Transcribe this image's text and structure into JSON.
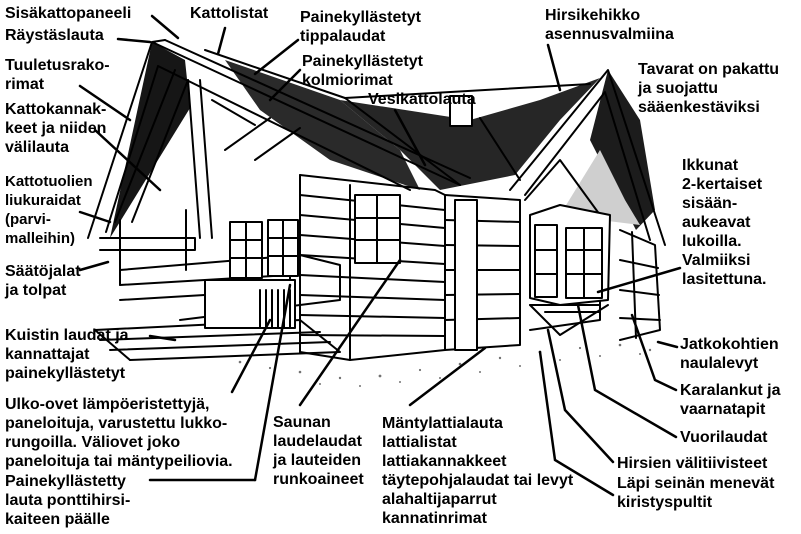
{
  "labels": {
    "sisakattopaneeli": "Sisäkattopaneeli",
    "raystaslauta": "Räystäslauta",
    "kattolistat": "Kattolistat",
    "tippalaudat": "Painekyllästetyt\ntippalaudat",
    "kolmiorimat": "Painekyllästetyt\nkolmiorimat",
    "vesikattolauta": "Vesikattolauta",
    "hirsikehikko": "Hirsikehikko\nasennusvalmiina",
    "tavarat": "Tavarat on pakattu\nja suojattu\nsääenkestäviksi",
    "tuuletusrakorimat": "Tuuletusrako-\nrimat",
    "kattokannakkeet": "Kattokannak-\nkeet ja niiden\nvälilauta",
    "kattotuolien": "Kattotuolien\nliukuraidat\n(parvi-\nmalleihin)",
    "saatojalat": "Säätöjalat\nja tolpat",
    "kuistin": "Kuistin laudat ja\nkannattajat\npainekyllästetyt",
    "ulko_ovet": "Ulko-ovet lämpöeristettyjä,\npaneloituja, varustettu lukko-\nrungoilla. Väliovet joko\npaneloituja tai mäntypeiliovia.",
    "painekyllastetty_lauta": "Painekyllästetty\nlauta ponttihirsi-\nkaiteen päälle",
    "saunan": "Saunan\nlaudelaudat\nja lauteiden\nrunkoaineet",
    "mantylattialauta": "Mäntylattialauta\nlattialistat\nlattiakannakkeet\ntäytepohjalaudat tai levyt\nalahaltijaparrut\nkannatinrimat",
    "ikkunat": "Ikkunat\n2-kertaiset\nsisään-\naukeavat\nlukoilla.\nValmiiksi\nlasitettuna.",
    "jatkokohtien": "Jatkokohtien\nnaulalevyt",
    "karalankut": "Karalankut ja\nvaarnatapit",
    "vuorilaudat": "Vuorilaudat",
    "hirsien": "Hirsien välitiivisteet",
    "lapi_seinan": "Läpi seinän menevät\nkiristyspultit"
  }
}
